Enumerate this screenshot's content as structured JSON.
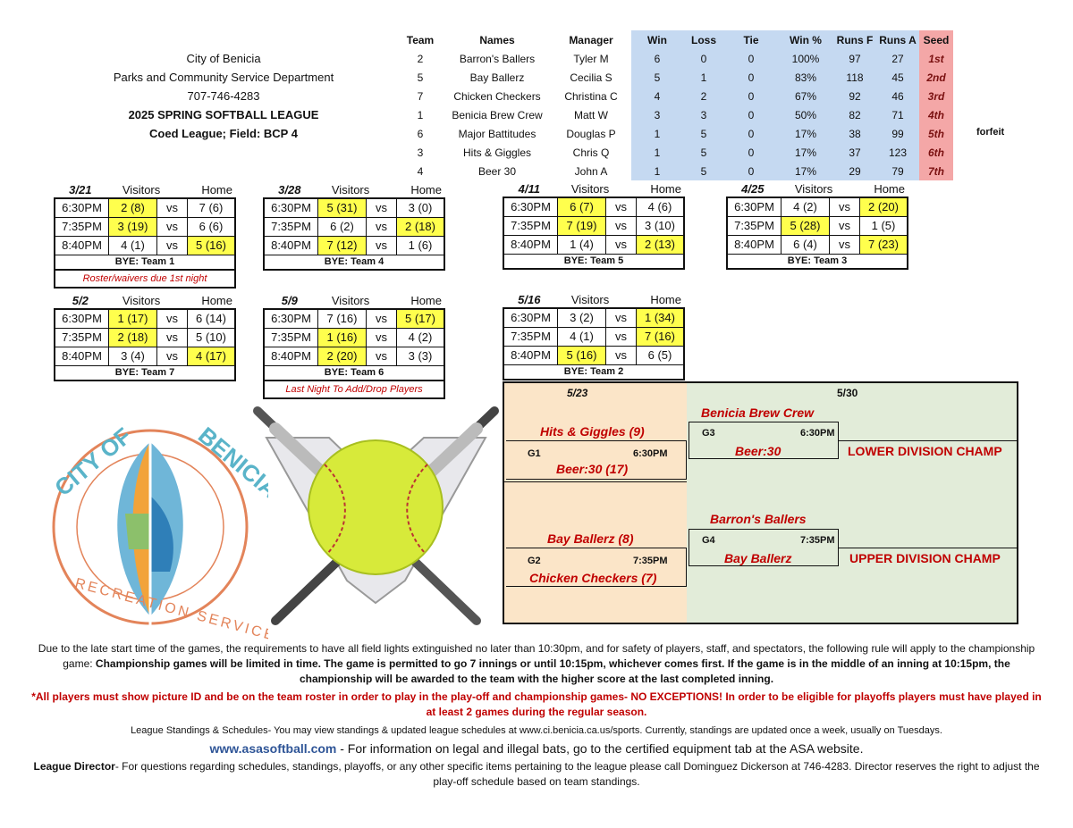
{
  "header": {
    "city": "City of Benicia",
    "dept": "Parks and Community Service Department",
    "phone": "707-746-4283",
    "league": "2025 SPRING SOFTBALL LEAGUE",
    "field": "Coed League; Field: BCP 4"
  },
  "standings": {
    "columns": [
      "Team",
      "Names",
      "Manager",
      "Win",
      "Loss",
      "Tie",
      "Win %",
      "Runs F",
      "Runs A",
      "Seed"
    ],
    "rows": [
      [
        "2",
        "Barron's Ballers",
        "Tyler M",
        "6",
        "0",
        "0",
        "100%",
        "97",
        "27",
        "1st"
      ],
      [
        "5",
        "Bay Ballerz",
        "Cecilia S",
        "5",
        "1",
        "0",
        "83%",
        "118",
        "45",
        "2nd"
      ],
      [
        "7",
        "Chicken Checkers",
        "Christina C",
        "4",
        "2",
        "0",
        "67%",
        "92",
        "46",
        "3rd"
      ],
      [
        "1",
        "Benicia Brew Crew",
        "Matt W",
        "3",
        "3",
        "0",
        "50%",
        "82",
        "71",
        "4th"
      ],
      [
        "6",
        "Major Battitudes",
        "Douglas P",
        "1",
        "5",
        "0",
        "17%",
        "38",
        "99",
        "5th"
      ],
      [
        "3",
        "Hits & Giggles",
        "Chris Q",
        "1",
        "5",
        "0",
        "17%",
        "37",
        "123",
        "6th"
      ],
      [
        "4",
        "Beer 30",
        "John A",
        "1",
        "5",
        "0",
        "17%",
        "29",
        "79",
        "7th"
      ]
    ],
    "forfeit": "forfeit"
  },
  "labels": {
    "visitors": "Visitors",
    "home": "Home",
    "vs": "vs"
  },
  "weeks": [
    {
      "date": "3/21",
      "games": [
        [
          "6:30PM",
          "2 (8)",
          "7 (6)",
          "v"
        ],
        [
          "7:35PM",
          "3 (19)",
          "6 (6)",
          "v"
        ],
        [
          "8:40PM",
          "4 (1)",
          "5 (16)",
          "h"
        ]
      ],
      "bye": "BYE: Team 1",
      "note": "Roster/waivers due 1st night"
    },
    {
      "date": "3/28",
      "games": [
        [
          "6:30PM",
          "5 (31)",
          "3 (0)",
          "v"
        ],
        [
          "7:35PM",
          "6 (2)",
          "2 (18)",
          "h"
        ],
        [
          "8:40PM",
          "7 (12)",
          "1 (6)",
          "v"
        ]
      ],
      "bye": "BYE: Team 4",
      "note": ""
    },
    {
      "date": "4/11",
      "games": [
        [
          "6:30PM",
          "6 (7)",
          "4 (6)",
          "v"
        ],
        [
          "7:35PM",
          "7 (19)",
          "3 (10)",
          "v"
        ],
        [
          "8:40PM",
          "1 (4)",
          "2 (13)",
          "h"
        ]
      ],
      "bye": "BYE: Team 5",
      "note": ""
    },
    {
      "date": "4/25",
      "games": [
        [
          "6:30PM",
          "4 (2)",
          "2 (20)",
          "h"
        ],
        [
          "7:35PM",
          "5 (28)",
          "1 (5)",
          "v"
        ],
        [
          "8:40PM",
          "6 (4)",
          "7 (23)",
          "h"
        ]
      ],
      "bye": "BYE: Team 3",
      "note": ""
    },
    {
      "date": "5/2",
      "games": [
        [
          "6:30PM",
          "1 (17)",
          "6 (14)",
          "v"
        ],
        [
          "7:35PM",
          "2 (18)",
          "5 (10)",
          "v"
        ],
        [
          "8:40PM",
          "3 (4)",
          "4 (17)",
          "h"
        ]
      ],
      "bye": "BYE: Team 7",
      "note": ""
    },
    {
      "date": "5/9",
      "games": [
        [
          "6:30PM",
          "7 (16)",
          "5 (17)",
          "h"
        ],
        [
          "7:35PM",
          "1 (16)",
          "4 (2)",
          "v"
        ],
        [
          "8:40PM",
          "2 (20)",
          "3 (3)",
          "v"
        ]
      ],
      "bye": "BYE: Team 6",
      "note": "Last Night To Add/Drop Players"
    },
    {
      "date": "5/16",
      "games": [
        [
          "6:30PM",
          "3 (2)",
          "1 (34)",
          "h"
        ],
        [
          "7:35PM",
          "4 (1)",
          "7 (16)",
          "h"
        ],
        [
          "8:40PM",
          "5 (16)",
          "6 (5)",
          "v"
        ]
      ],
      "bye": "BYE: Team 2",
      "note": ""
    }
  ],
  "bracket": {
    "d1": "5/23",
    "d2": "5/30",
    "g1t": "Hits & Giggles (9)",
    "g1": "G1",
    "g1time": "6:30PM",
    "g1b": "Beer:30 (17)",
    "g3t": "Benicia Brew Crew",
    "g3": "G3",
    "g3time": "6:30PM",
    "g3b": "Beer:30",
    "lower": "LOWER DIVISION CHAMP",
    "g2t": "Bay Ballerz (8)",
    "g2": "G2",
    "g2time": "7:35PM",
    "g2b": "Chicken Checkers (7)",
    "g4t": "Barron's Ballers",
    "g4": "G4",
    "g4time": "7:35PM",
    "g4b": "Bay Ballerz",
    "upper": "UPPER DIVISION CHAMP"
  },
  "logo": {
    "city": "CITY OF",
    "benicia": "BENICIA",
    "rec": "RECREATION SERVICES"
  },
  "footer": {
    "p1a": "Due to the late start time of the games, the requirements to have all field lights extinguished no later than 10:30pm, and for safety of players, staff, and spectators, the following rule will apply to the championship game: ",
    "p1b": "Championship games will be limited in time. The game is permitted to go 7 innings or until 10:15pm, whichever comes first.  If the game is in the middle of an inning at 10:15pm, the championship will be awarded to the team with the higher score at the last completed inning.",
    "p2": "*All players must show picture ID and be on the team roster in order to play in the play-off and championship games- NO EXCEPTIONS!  In order to be eligible for playoffs players must have played in at least 2 games during the regular season.",
    "p3": "League Standings & Schedules- You may view standings & updated league schedules at www.ci.benicia.ca.us/sports. Currently, standings are updated once a week, usually on Tuesdays.",
    "p4a": "www.asasoftball.com",
    "p4b": " - For information on legal and illegal bats, go to the certified equipment tab at the ASA website.",
    "p5a": "League Director",
    "p5b": "- For questions regarding schedules, standings, playoffs, or any other specific items pertaining to the league please call Dominguez Dickerson at 746-4283.  Director reserves the right to adjust the play-off schedule based on team standings."
  }
}
